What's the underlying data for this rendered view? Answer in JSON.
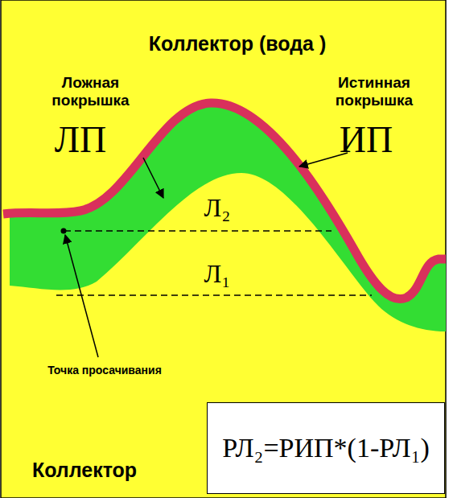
{
  "diagram": {
    "nodes": [
      {
        "text": [
          "РЛ₂=РИП*(1-РЛ₁)"
        ]
      }
    ],
    "labels": [
      "Коллектор (вода )",
      "Ложная покрышка",
      "ЛП",
      "Истинная покрышка",
      "ИП",
      "Л₂",
      "Л₁",
      "Точка просачивания",
      "Коллектор"
    ]
  }
}
